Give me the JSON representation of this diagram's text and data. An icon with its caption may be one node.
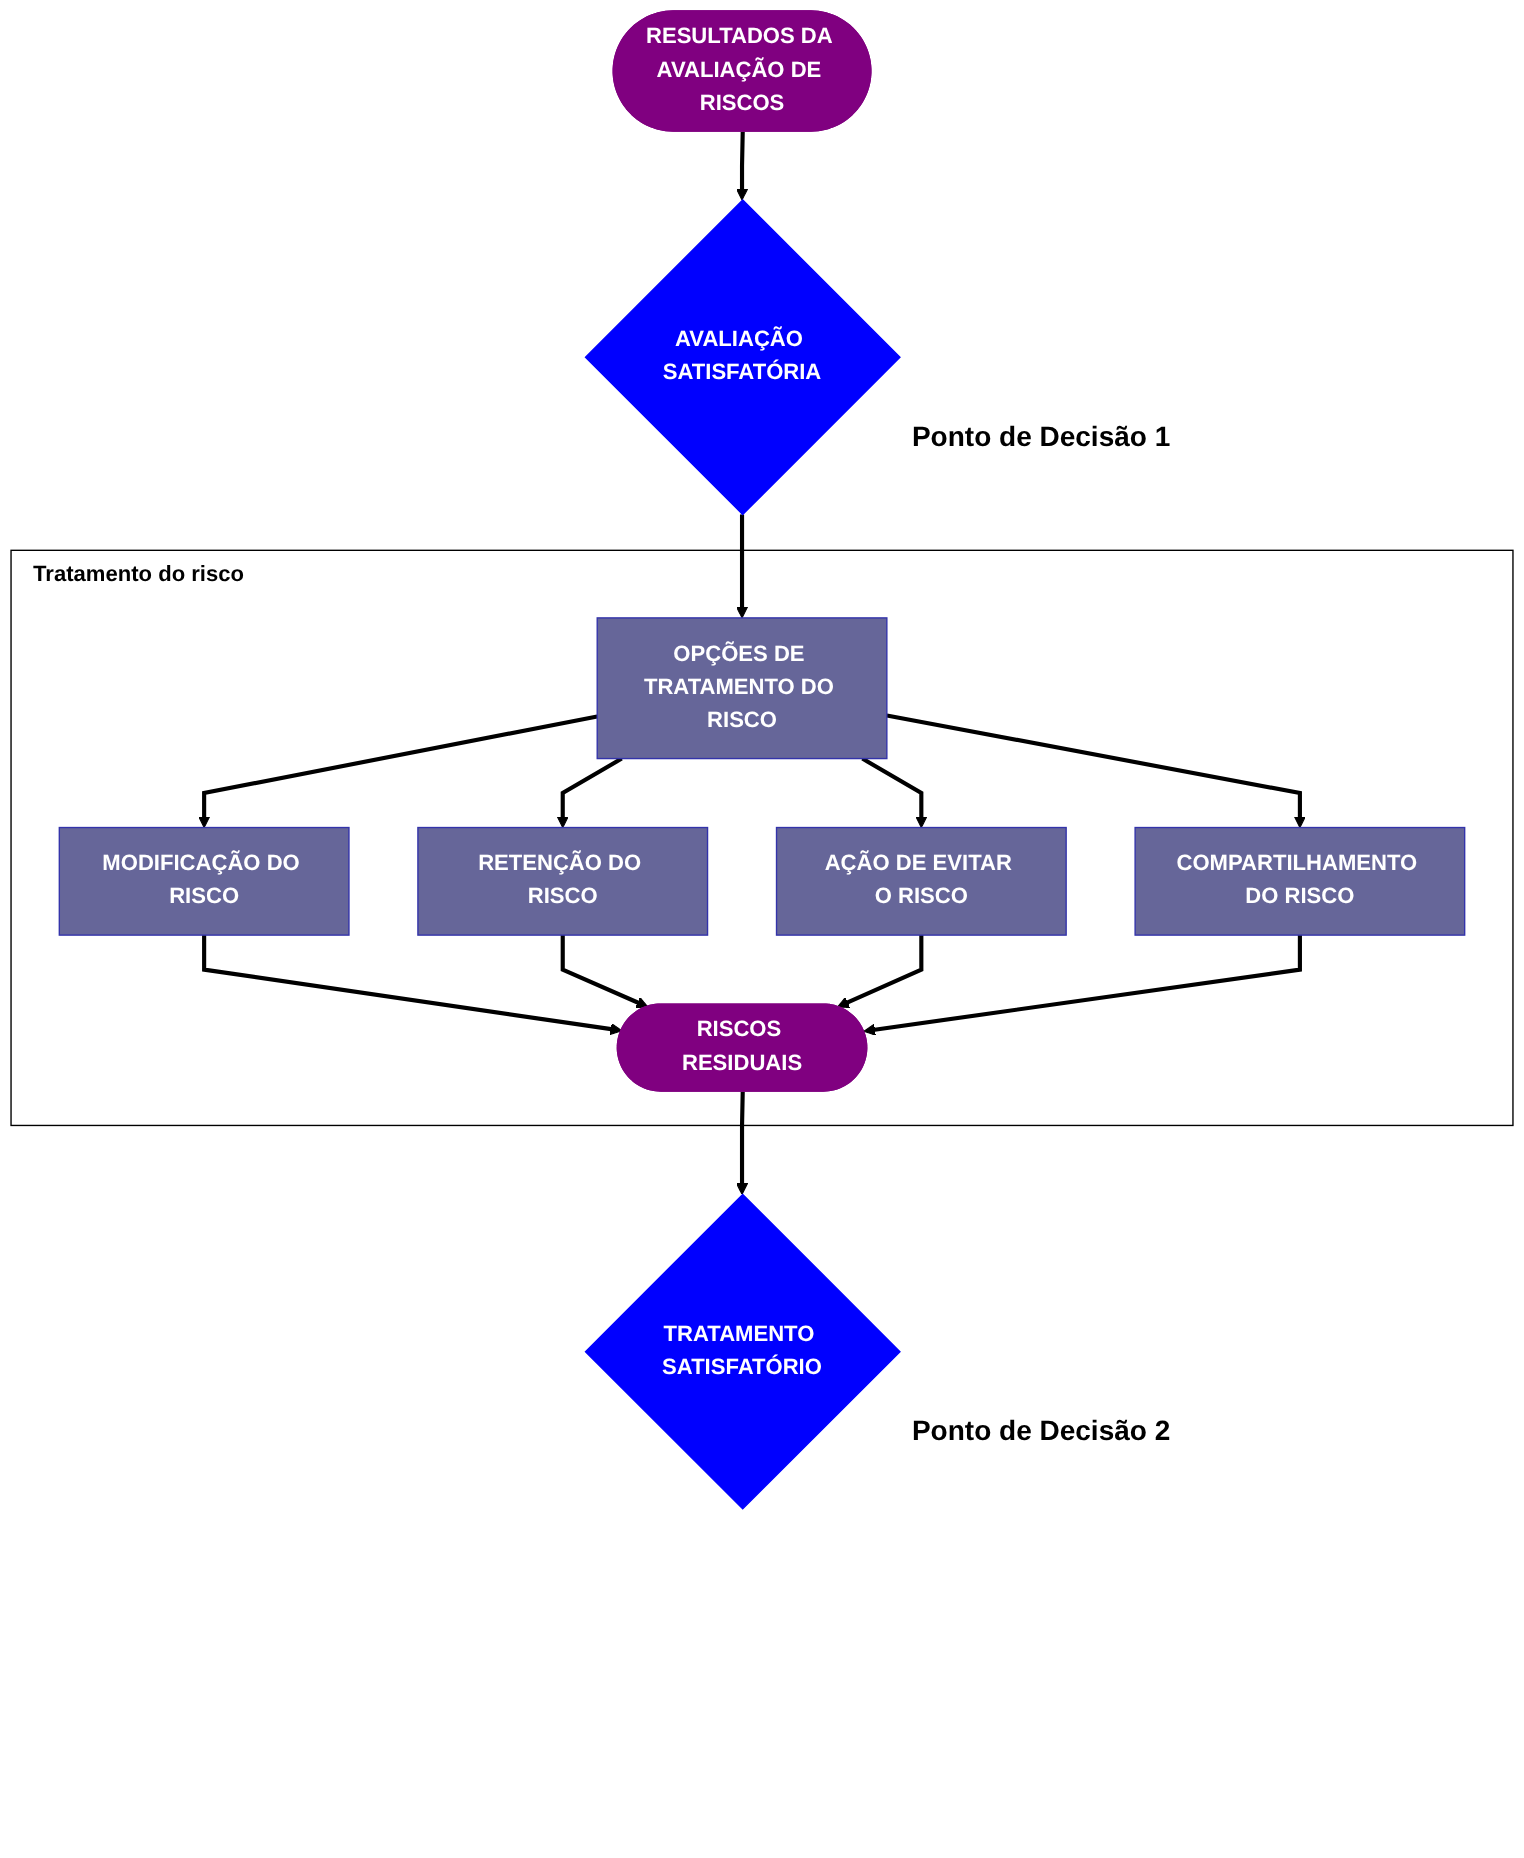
{
  "diagram": {
    "nodes": [
      {
        "text": [
          "RESULTADOS DA AVALIAÇÃO DE RISCOS"
        ]
      },
      {
        "text": [
          "AVALIAÇÃO SATISFATÓRIA"
        ],
        "beside": [
          "Ponto de Decisão 1"
        ]
      },
      {
        "text": [
          "Tratamento do risco"
        ]
      },
      {
        "text": [
          "OPÇÕES DE TRATAMENTO DO RISCO"
        ],
        "in": 2
      },
      {
        "text": [
          "MODIFICAÇÃO DO RISCO"
        ],
        "in": 2
      },
      {
        "text": [
          "RETENÇÃO DO RISCO"
        ],
        "in": 2
      },
      {
        "text": [
          "AÇÃO DE EVITAR O RISCO"
        ],
        "in": 2
      },
      {
        "text": [
          "COMPARTILHAMENTO DO RISCO"
        ],
        "in": 2
      },
      {
        "text": [
          "RISCOS RESIDUAIS"
        ],
        "in": 2
      },
      {
        "text": [
          "TRATAMENTO SATISFATÓRIO"
        ],
        "beside": [
          "Ponto de Decisão 2"
        ]
      }
    ],
    "edges": [
      {
        "from": 0,
        "to": 1,
        "arrow": "to"
      },
      {
        "from": 1,
        "to": 3,
        "arrow": "to"
      },
      {
        "from": 3,
        "to": 4,
        "arrow": "to"
      },
      {
        "from": 3,
        "to": 5,
        "arrow": "to"
      },
      {
        "from": 3,
        "to": 6,
        "arrow": "to"
      },
      {
        "from": 3,
        "to": 7,
        "arrow": "to"
      },
      {
        "from": 4,
        "to": 8,
        "arrow": "to"
      },
      {
        "from": 5,
        "to": 8,
        "arrow": "to"
      },
      {
        "from": 6,
        "to": 8,
        "arrow": "to"
      },
      {
        "from": 7,
        "to": 8,
        "arrow": "to"
      },
      {
        "from": 8,
        "to": 9,
        "arrow": "to"
      }
    ]
  }
}
